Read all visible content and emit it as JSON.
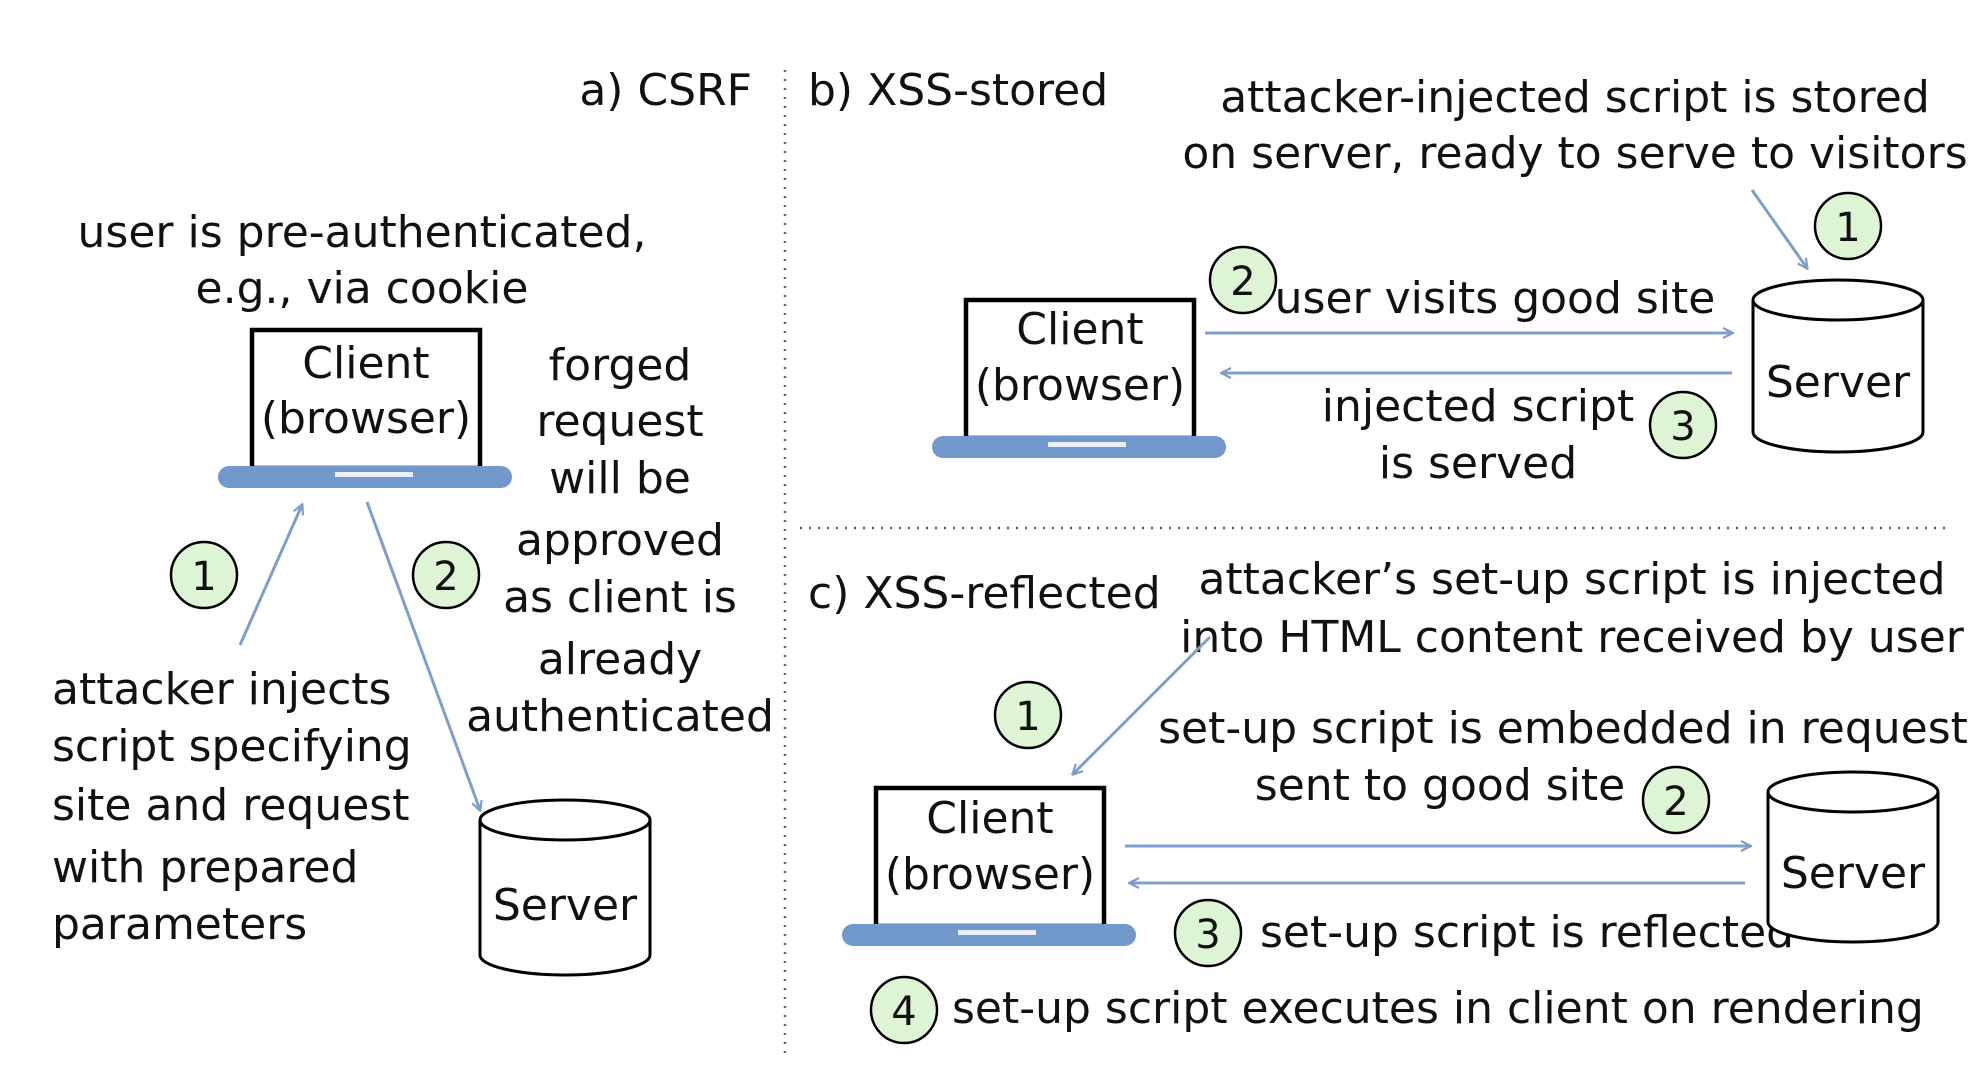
{
  "colors": {
    "arrow": "#7f9ec9",
    "laptop_base": "#7199cc",
    "step_circle_fill": "#ddf5d4",
    "divider": "#666666"
  },
  "panel_a": {
    "title": "a) CSRF",
    "pre_auth_line1": "user is pre-authenticated,",
    "pre_auth_line2": "e.g., via cookie",
    "client_line1": "Client",
    "client_line2": "(browser)",
    "server": "Server",
    "forged_lines": [
      "forged",
      "request",
      "will be",
      "approved",
      "as client is",
      "already",
      "authenticated"
    ],
    "attacker_lines": [
      "attacker injects",
      "script specifying",
      "site  and request",
      "with prepared",
      "parameters"
    ],
    "step1": "1",
    "step2": "2"
  },
  "panel_b": {
    "title": "b) XSS-stored",
    "stored_line1": "attacker-injected script is stored",
    "stored_line2": "on server, ready to serve to visitors",
    "client_line1": "Client",
    "client_line2": "(browser)",
    "server": "Server",
    "visit": "user visits good site",
    "served_line1": "injected script",
    "served_line2": "is served",
    "step1": "1",
    "step2": "2",
    "step3": "3"
  },
  "panel_c": {
    "title": "c) XSS-reflected",
    "injected_line1": "attacker’s set-up script is injected",
    "injected_line2": "into HTML content received by user",
    "embedded_line1": "set-up script is embedded in request",
    "embedded_line2": "sent to good site",
    "client_line1": "Client",
    "client_line2": "(browser)",
    "server": "Server",
    "reflected": "set-up script is reflected",
    "executes": "set-up script executes in client on rendering",
    "step1": "1",
    "step2": "2",
    "step3": "3",
    "step4": "4"
  }
}
